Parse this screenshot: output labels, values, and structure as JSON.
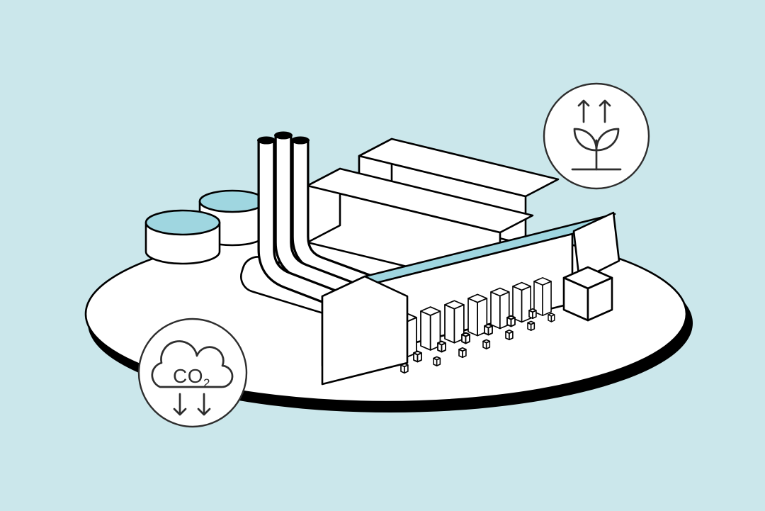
{
  "colors": {
    "background": "#cbe7eb",
    "accent": "#9fd6e0",
    "outline": "#000000",
    "surface": "#ffffff",
    "icon_stroke": "#2e2e2e"
  },
  "badges": {
    "co2_reduction": {
      "icon": "co2-cloud-icon",
      "label": "CO",
      "subscript": "2",
      "arrow_direction": "down",
      "arrow_count": 2
    },
    "growth": {
      "icon": "plant-sprout-icon",
      "arrow_direction": "up",
      "arrow_count": 2
    }
  },
  "scene": {
    "icons": [
      "platform-base-icon",
      "storage-tank-icon",
      "chimney-stack-icon",
      "warehouse-hall-icon",
      "factory-building-icon",
      "crate-stack-icon"
    ]
  }
}
